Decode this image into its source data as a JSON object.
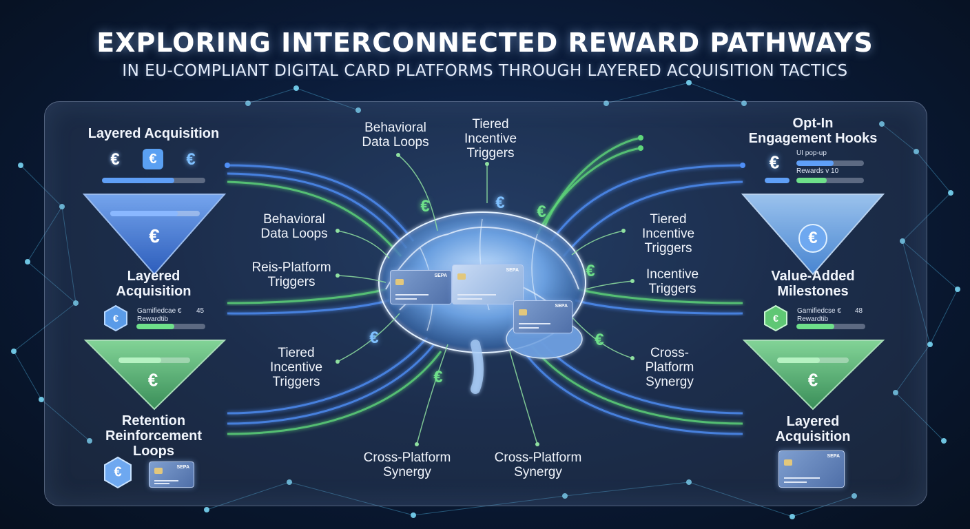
{
  "title": "EXPLORING INTERCONNECTED REWARD PATHWAYS",
  "subtitle": "IN EU-COMPLIANT DIGITAL CARD PLATFORMS THROUGH LAYERED ACQUISITION TACTICS",
  "colors": {
    "blue_accent": "#4f8ff7",
    "green_accent": "#5fd77a",
    "background": "#0b1c3a"
  },
  "icons": {
    "currency": "€"
  },
  "left": {
    "top_heading": "Layered Acquisition",
    "mid_heading": "Layered\nAcquisition",
    "mid_badge": "€",
    "mid_text_1": "Gamifiedcae €",
    "mid_text_1_value": "45",
    "mid_text_2": "Rewardtib",
    "bottom_heading": "Retention\nReinforcement\nLoops",
    "bottom_badge": "€",
    "top_bar_progress": 0.7,
    "funnel_bar_progress": 0.75,
    "mid_bar_progress": 0.55,
    "green_funnel_bar_progress": 0.6
  },
  "right": {
    "top_heading": "Opt-In\nEngagement Hooks",
    "top_text_1": "UI pop-up",
    "top_text_2": "Rewards v 10",
    "top_bar1_progress": 0.55,
    "top_bar2_progress": 0.45,
    "mid_heading": "Value-Added\nMilestones",
    "mid_badge": "€",
    "mid_text_1": "Gamifiedcse €",
    "mid_text_1_value": "48",
    "mid_text_2": "Rewardtib",
    "bottom_heading": "Layered\nAcquisition",
    "mid_bar_progress": 0.55,
    "green_funnel_bar_progress": 0.6
  },
  "center_labels": {
    "top_left": "Behavioral\nData Loops",
    "top_right": "Tiered\nIncentive\nTriggers",
    "left_1": "Behavioral\nData Loops",
    "left_2": "Reis-Platform\nTriggers",
    "left_3": "Tiered\nIncentive\nTriggers",
    "bottom_left": "Cross-Platform\nSynergy",
    "bottom_right": "Cross-Platform\nSynergy",
    "right_1": "Tiered\nIncentive\nTriggers",
    "right_2": "Incentive\nTriggers",
    "right_3": "Cross-\nPlatform\nSynergy"
  },
  "card_brand": "SEPA"
}
